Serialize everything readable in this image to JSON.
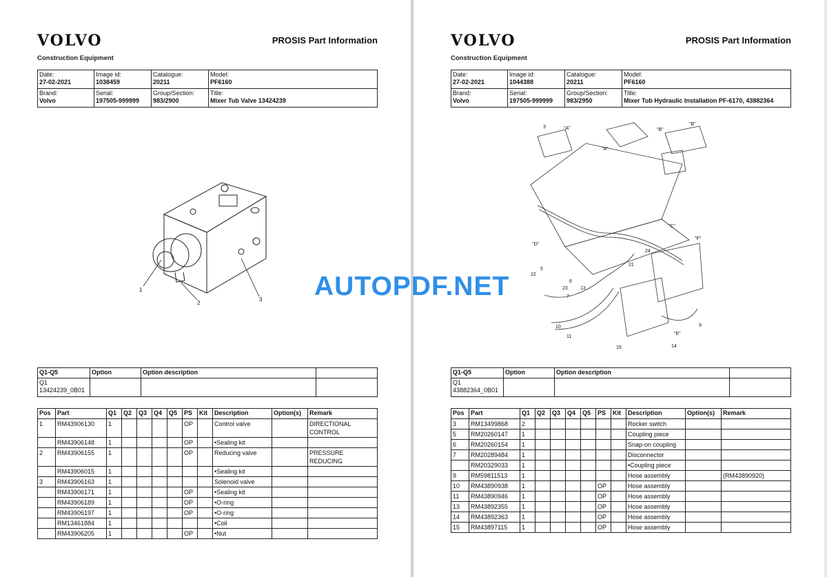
{
  "watermark": "AUTOPDF.NET",
  "left": {
    "logo": "VOLVO",
    "logo_sub": "Construction Equipment",
    "doc_title": "PROSIS Part Information",
    "header": {
      "date_label": "Date:",
      "date": "27-02-2021",
      "image_label": "Image id:",
      "image": "1038459",
      "catalogue_label": "Catalogue:",
      "catalogue": "20211",
      "model_label": "Model:",
      "model": "PF6160",
      "brand_label": "Brand:",
      "brand": "Volvo",
      "serial_label": "Serial:",
      "serial": "197505-999999",
      "group_label": "Group/Section:",
      "group": "983/2900",
      "title_label": "Title:",
      "title": "Mixer Tub Valve 13424239"
    },
    "callouts": [
      "1",
      "2",
      "3"
    ],
    "options": {
      "headers": [
        "Q1-Q5",
        "Option",
        "Option description",
        ""
      ],
      "row": {
        "q": "Q1",
        "code": "13424239_0B01",
        "option": "",
        "desc": ""
      }
    },
    "parts": {
      "headers": [
        "Pos",
        "Part",
        "Q1",
        "Q2",
        "Q3",
        "Q4",
        "Q5",
        "PS",
        "Kit",
        "Description",
        "Option(s)",
        "Remark"
      ],
      "rows": [
        {
          "pos": "1",
          "part": "RM43906130",
          "q1": "1",
          "ps": "OP",
          "desc": "Control valve",
          "remark": "DIRECTIONAL CONTROL"
        },
        {
          "pos": "",
          "part": "RM43906148",
          "q1": "1",
          "ps": "OP",
          "desc": "•Sealing kit",
          "remark": ""
        },
        {
          "pos": "2",
          "part": "RM43906155",
          "q1": "1",
          "ps": "OP",
          "desc": "Reducing valve",
          "remark": "PRESSURE REDUCING"
        },
        {
          "pos": "",
          "part": "RM43906015",
          "q1": "1",
          "ps": "",
          "desc": "•Sealing kit",
          "remark": ""
        },
        {
          "pos": "3",
          "part": "RM43906163",
          "q1": "1",
          "ps": "",
          "desc": "Solenoid valve",
          "remark": ""
        },
        {
          "pos": "",
          "part": "RM43906171",
          "q1": "1",
          "ps": "OP",
          "desc": "•Sealing kit",
          "remark": ""
        },
        {
          "pos": "",
          "part": "RM43906189",
          "q1": "1",
          "ps": "OP",
          "desc": "•O-ring",
          "remark": ""
        },
        {
          "pos": "",
          "part": "RM43906197",
          "q1": "1",
          "ps": "OP",
          "desc": "•O-ring",
          "remark": ""
        },
        {
          "pos": "",
          "part": "RM13461884",
          "q1": "1",
          "ps": "",
          "desc": "•Coil",
          "remark": ""
        },
        {
          "pos": "",
          "part": "RM43906205",
          "q1": "1",
          "ps": "OP",
          "desc": "•Nut",
          "remark": ""
        }
      ]
    }
  },
  "right": {
    "logo": "VOLVO",
    "logo_sub": "Construction Equipment",
    "doc_title": "PROSIS Part Information",
    "header": {
      "date_label": "Date:",
      "date": "27-02-2021",
      "image_label": "Image id:",
      "image": "1044388",
      "catalogue_label": "Catalogue:",
      "catalogue": "20211",
      "model_label": "Model:",
      "model": "PF6160",
      "brand_label": "Brand:",
      "brand": "Volvo",
      "serial_label": "Serial:",
      "serial": "197505-999999",
      "group_label": "Group/Section:",
      "group": "983/2950",
      "title_label": "Title:",
      "title": "Mixer Tub Hydraulic Installation PF-6170, 43882364"
    },
    "callouts": [
      "3",
      "\"A\"",
      "\"B\"",
      "\"B\"",
      "\"A\"",
      "\"C\"",
      "\"D\"",
      "\"F\"",
      "24",
      "21",
      "22",
      "5",
      "6",
      "23",
      "7",
      "13",
      "10",
      "11",
      "9",
      "\"E\"",
      "15",
      "14"
    ],
    "options": {
      "headers": [
        "Q1-Q5",
        "Option",
        "Option description",
        ""
      ],
      "row": {
        "q": "Q1",
        "code": "43882364_0B01",
        "option": "",
        "desc": ""
      }
    },
    "parts": {
      "headers": [
        "Pos",
        "Part",
        "Q1",
        "Q2",
        "Q3",
        "Q4",
        "Q5",
        "PS",
        "Kit",
        "Description",
        "Option(s)",
        "Remark"
      ],
      "rows": [
        {
          "pos": "3",
          "part": "RM13499868",
          "q1": "2",
          "ps": "",
          "desc": "Rocker switch",
          "remark": ""
        },
        {
          "pos": "5",
          "part": "RM20260147",
          "q1": "1",
          "ps": "",
          "desc": "Coupling piece",
          "remark": ""
        },
        {
          "pos": "6",
          "part": "RM20260154",
          "q1": "1",
          "ps": "",
          "desc": "Snap-on coupling",
          "remark": ""
        },
        {
          "pos": "7",
          "part": "RM20289484",
          "q1": "1",
          "ps": "",
          "desc": "Disconnector",
          "remark": ""
        },
        {
          "pos": "",
          "part": "RM20329033",
          "q1": "1",
          "ps": "",
          "desc": "•Coupling piece",
          "remark": ""
        },
        {
          "pos": "9",
          "part": "RM59811513",
          "q1": "1",
          "ps": "",
          "desc": "Hose assembly",
          "remark": "(RM43890920)"
        },
        {
          "pos": "10",
          "part": "RM43890938",
          "q1": "1",
          "ps": "OP",
          "desc": "Hose assembly",
          "remark": ""
        },
        {
          "pos": "11",
          "part": "RM43890946",
          "q1": "1",
          "ps": "OP",
          "desc": "Hose assembly",
          "remark": ""
        },
        {
          "pos": "13",
          "part": "RM43892355",
          "q1": "1",
          "ps": "OP",
          "desc": "Hose assembly",
          "remark": ""
        },
        {
          "pos": "14",
          "part": "RM43892363",
          "q1": "1",
          "ps": "OP",
          "desc": "Hose assembly",
          "remark": ""
        },
        {
          "pos": "15",
          "part": "RM43897115",
          "q1": "1",
          "ps": "OP",
          "desc": "Hose assembly",
          "remark": ""
        }
      ]
    }
  }
}
